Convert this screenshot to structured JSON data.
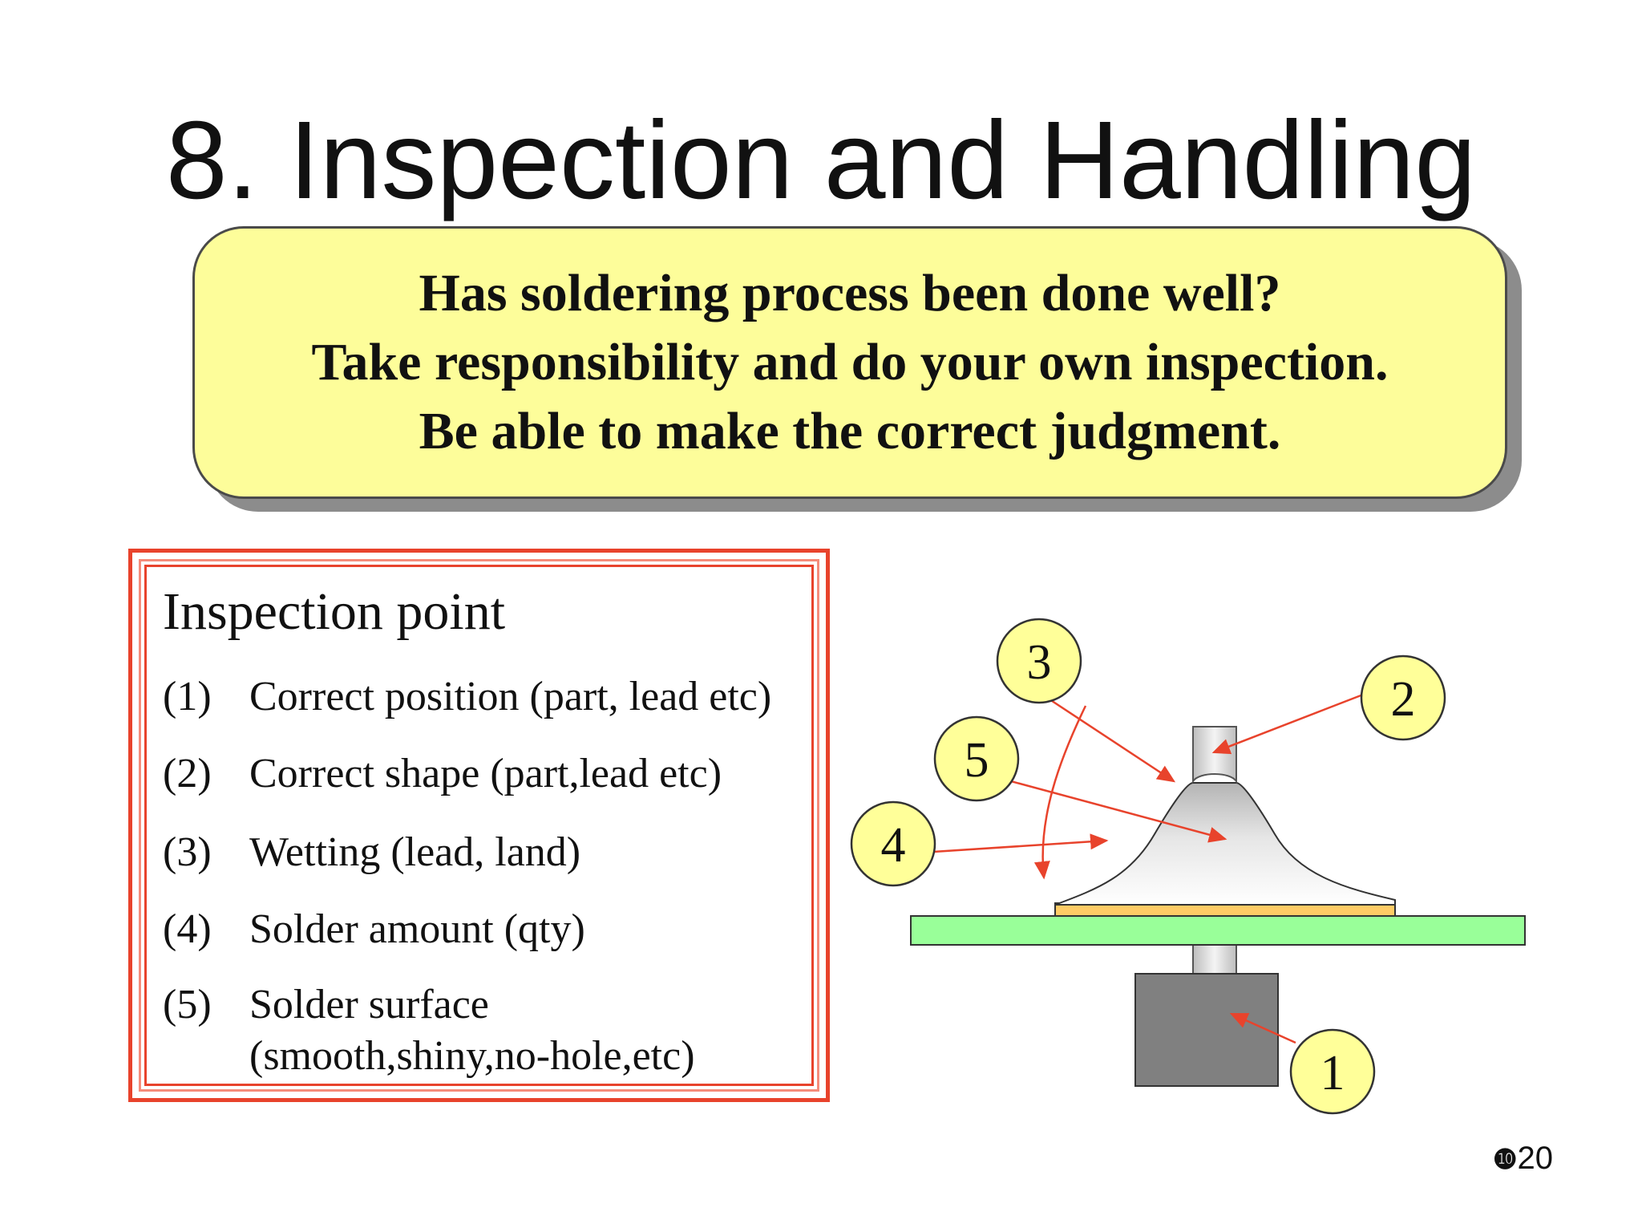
{
  "title": "8. Inspection and Handling",
  "callout": {
    "lines": [
      "Has soldering process been done well?",
      "Take responsibility and do your own inspection.",
      "Be able to make the correct judgment."
    ]
  },
  "inspection": {
    "title": "Inspection point",
    "items": [
      {
        "num": "(1)",
        "text": "Correct position (part, lead etc)"
      },
      {
        "num": "(2)",
        "text": "Correct shape (part,lead etc)"
      },
      {
        "num": "(3)",
        "text": "Wetting  (lead, land)"
      },
      {
        "num": "(4)",
        "text": "Solder amount (qty)"
      },
      {
        "num": "(5)",
        "text": "Solder surface",
        "text2": "(smooth,shiny,no-hole,etc)"
      }
    ]
  },
  "diagram": {
    "labels": {
      "l1": "1",
      "l2": "2",
      "l3": "3",
      "l4": "4",
      "l5": "5"
    },
    "colors": {
      "board": "#99ff99",
      "land": "#ffcc66",
      "component": "#808080",
      "label_fill": "#ffff99",
      "arrow": "#e8432c"
    }
  },
  "page": {
    "mark": "❿",
    "number": "20"
  }
}
